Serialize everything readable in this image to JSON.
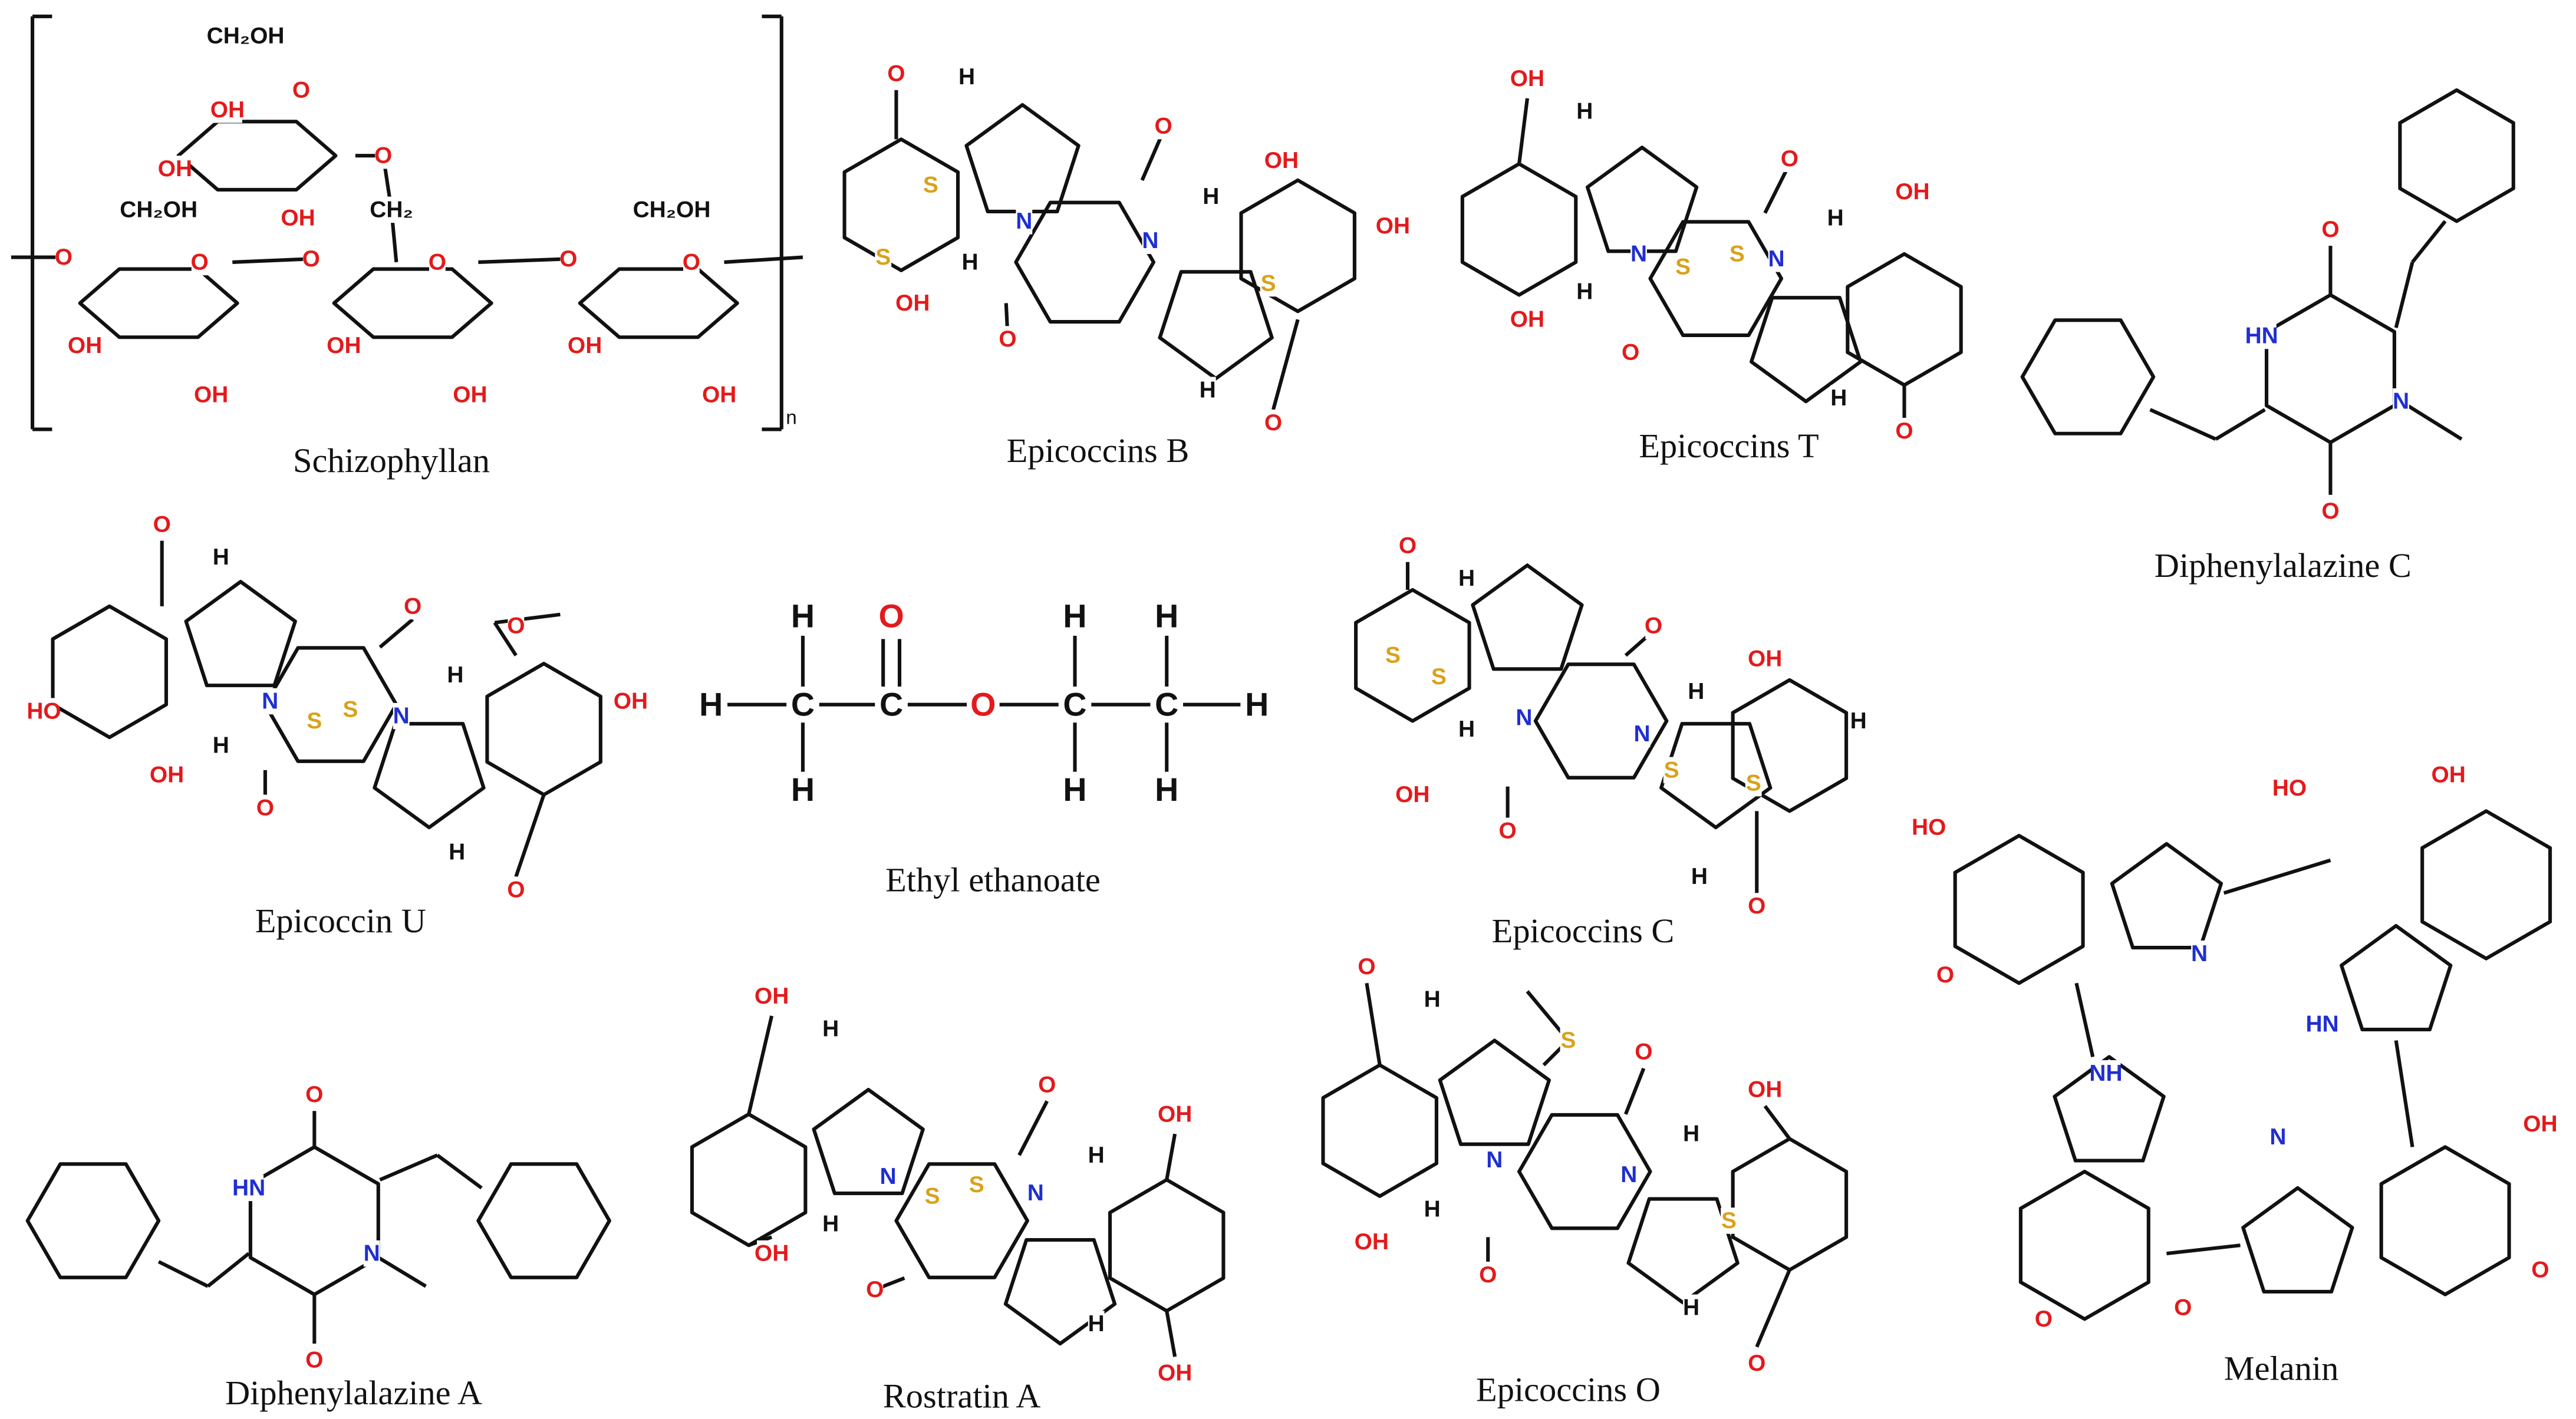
{
  "title": "Chemical structures",
  "colors": {
    "oxygen": "#e31a1c",
    "nitrogen": "#1f2fd1",
    "sulfur": "#d9a21b",
    "carbon": "#111111"
  },
  "molecules": [
    {
      "id": "schizophyllan",
      "name": "Schizophyllan",
      "atoms": [
        "CH₂OH",
        "O",
        "OH",
        "OH",
        "OH",
        "O",
        "CH₂OH",
        "CH₂",
        "CH₂OH",
        "O",
        "O",
        "O",
        "O",
        "O",
        "O",
        "OH",
        "OH",
        "OH",
        "OH",
        "OH",
        "OH",
        "n"
      ]
    },
    {
      "id": "epicoccins-b",
      "name": "Epicoccins B",
      "atoms": [
        "O",
        "H",
        "O",
        "S",
        "S",
        "H",
        "N",
        "N",
        "H",
        "OH",
        "OH",
        "S",
        "OH",
        "O",
        "H",
        "O"
      ]
    },
    {
      "id": "epicoccins-t",
      "name": "Epicoccins T",
      "atoms": [
        "OH",
        "H",
        "O",
        "OH",
        "N",
        "S",
        "S",
        "N",
        "H",
        "OH",
        "H",
        "O",
        "H",
        "O"
      ]
    },
    {
      "id": "diphenylalazine-c",
      "name": "Diphenylalazine C",
      "atoms": [
        "O",
        "HN",
        "N",
        "O"
      ]
    },
    {
      "id": "epicoccin-u",
      "name": "Epicoccin U",
      "atoms": [
        "O",
        "H",
        "O",
        "O",
        "HO",
        "N",
        "S",
        "S",
        "N",
        "H",
        "OH",
        "OH",
        "H",
        "O",
        "H",
        "O"
      ]
    },
    {
      "id": "ethyl-ethanoate",
      "name": "Ethyl ethanoate",
      "atoms": [
        "H",
        "C",
        "C",
        "O",
        "C",
        "C",
        "H",
        "H",
        "O",
        "H",
        "H",
        "H",
        "H",
        "H"
      ]
    },
    {
      "id": "epicoccins-c",
      "name": "Epicoccins C",
      "atoms": [
        "O",
        "H",
        "O",
        "S",
        "S",
        "H",
        "N",
        "N",
        "H",
        "OH",
        "H",
        "S",
        "S",
        "OH",
        "O",
        "H",
        "O"
      ]
    },
    {
      "id": "melanin",
      "name": "Melanin",
      "atoms": [
        "HO",
        "O",
        "N",
        "HO",
        "OH",
        "HN",
        "NH",
        "OH",
        "N",
        "O",
        "O",
        "O"
      ]
    },
    {
      "id": "diphenylalazine-a",
      "name": "Diphenylalazine A",
      "atoms": [
        "O",
        "HN",
        "N",
        "O"
      ]
    },
    {
      "id": "rostratin-a",
      "name": "Rostratin A",
      "atoms": [
        "OH",
        "H",
        "O",
        "OH",
        "N",
        "S",
        "S",
        "N",
        "H",
        "OH",
        "H",
        "O",
        "H",
        "OH"
      ]
    },
    {
      "id": "epicoccins-o",
      "name": "Epicoccins O",
      "atoms": [
        "O",
        "H",
        "S",
        "O",
        "OH",
        "N",
        "N",
        "H",
        "OH",
        "H",
        "O",
        "S",
        "H",
        "O"
      ]
    }
  ]
}
